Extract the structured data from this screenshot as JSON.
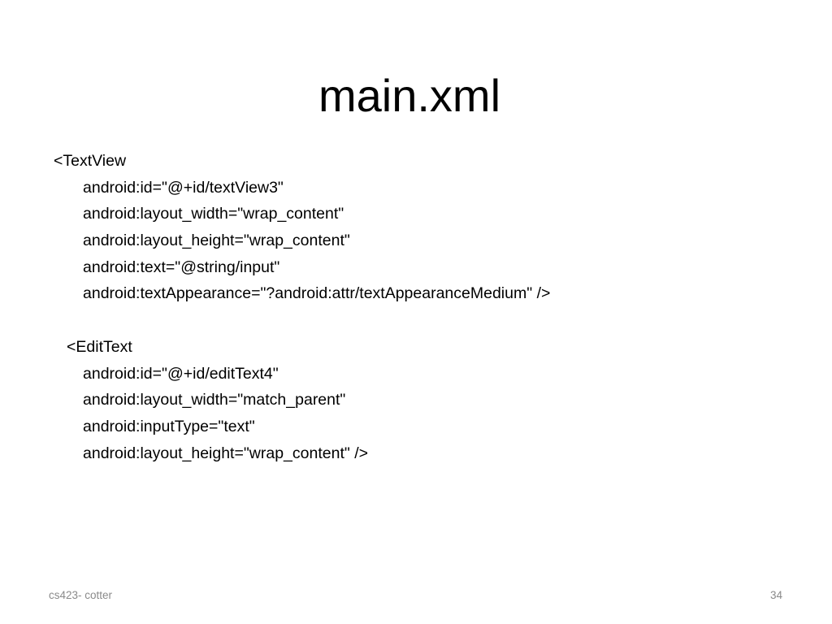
{
  "slide": {
    "title": "main.xml",
    "code": {
      "textview_open": "<TextView",
      "textview_attrs": [
        "android:id=\"@+id/textView3\"",
        "android:layout_width=\"wrap_content\"",
        "android:layout_height=\"wrap_content\"",
        "android:text=\"@string/input\"",
        "android:textAppearance=\"?android:attr/textAppearanceMedium\" />"
      ],
      "edittext_open": "<EditText",
      "edittext_attrs": [
        "android:id=\"@+id/editText4\"",
        "android:layout_width=\"match_parent\"",
        "android:inputType=\"text\"",
        "android:layout_height=\"wrap_content\" />"
      ]
    },
    "footer": {
      "left": "cs423- cotter",
      "page_number": "34"
    }
  }
}
